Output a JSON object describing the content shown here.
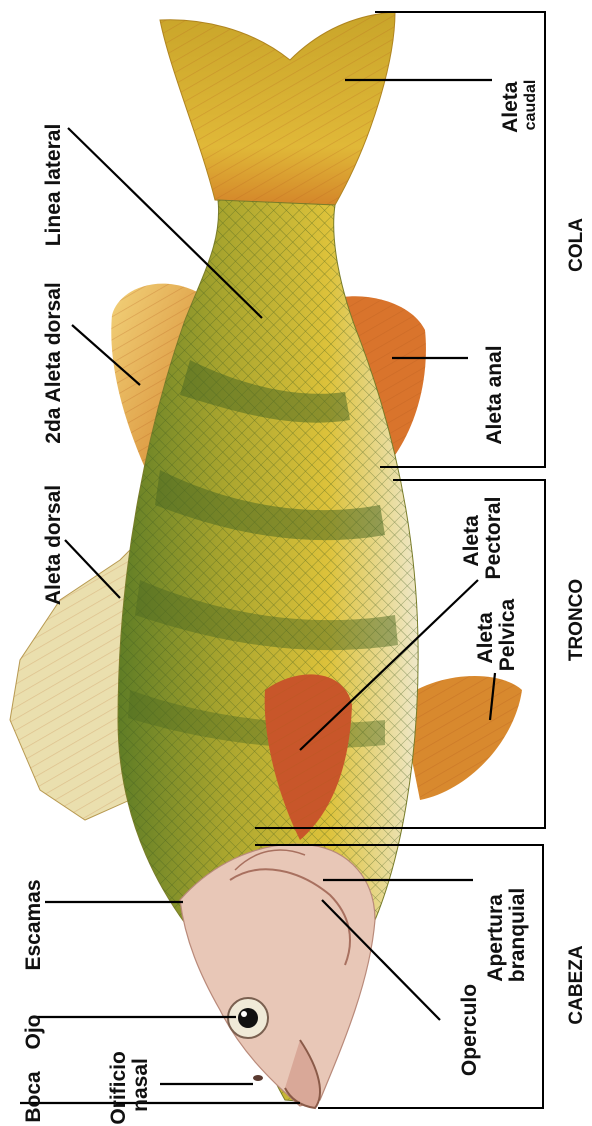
{
  "labels": {
    "aleta_caudal": [
      "Aleta",
      "caudal"
    ],
    "linea_lateral": "Linea lateral",
    "segunda_aleta_dorsal": "2da Aleta dorsal",
    "aleta_anal": "Aleta anal",
    "aleta_dorsal": "Aleta dorsal",
    "aleta_pectoral": [
      "Aleta",
      "Pectoral"
    ],
    "aleta_pelvica": [
      "Aleta",
      "Pelvica"
    ],
    "escamas": "Escamas",
    "ojo": "Ojo",
    "orificio_nasal": [
      "Orificio",
      "nasal"
    ],
    "boca": "Boca",
    "operculo": "Operculo",
    "apertura_branquial": [
      "Apertura",
      "branquial"
    ]
  },
  "sections": {
    "cola": "COLA",
    "tronco": "TRONCO",
    "cabeza": "CABEZA"
  },
  "colors": {
    "body_yellow": "#d9b52a",
    "body_green": "#6f8a2e",
    "band_dark": "#4d6a22",
    "fin_orange": "#d98a2a",
    "fin_red": "#c2552a",
    "belly": "#ece6cf",
    "head_pink": "#e5b9ad"
  }
}
